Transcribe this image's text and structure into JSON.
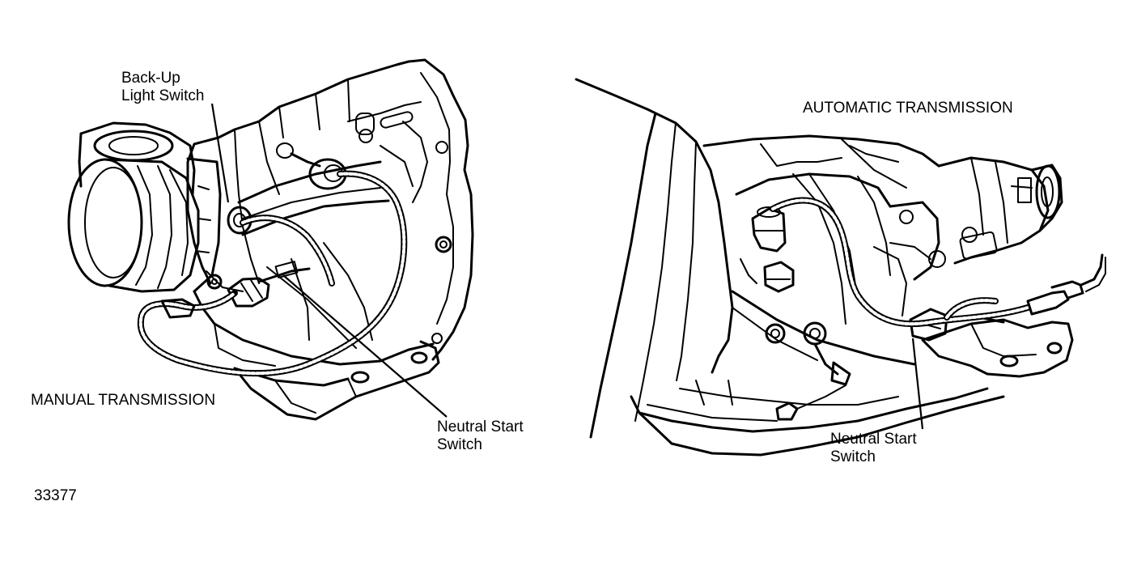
{
  "figure": {
    "background": "#ffffff",
    "ink_color": "#000000",
    "figure_number": "33377"
  },
  "manual": {
    "title": "MANUAL TRANSMISSION",
    "backup_switch_line1": "Back-Up",
    "backup_switch_line2": "Light Switch",
    "neutral_switch_line1": "Neutral Start",
    "neutral_switch_line2": "Switch"
  },
  "automatic": {
    "title": "AUTOMATIC TRANSMISSION",
    "neutral_switch_line1": "Neutral Start",
    "neutral_switch_line2": "Switch"
  }
}
